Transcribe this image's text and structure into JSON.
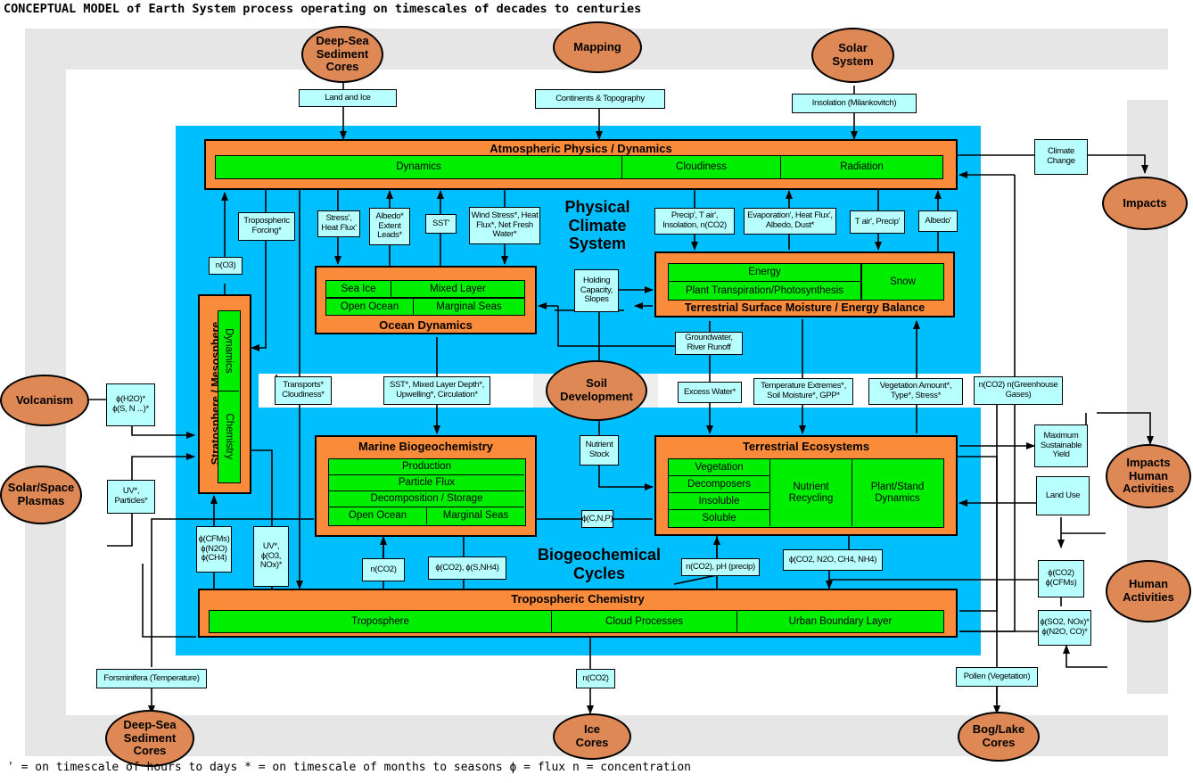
{
  "title": "CONCEPTUAL MODEL of Earth System process operating on timescales of decades to centuries",
  "footer": "' = on timescale of hours to days    * = on timescale of months to seasons  ϕ = flux   n = concentration",
  "physical_label": "Physical Climate System",
  "biogeo_label": "Biogeochemical Cycles",
  "boxes": {
    "atmos": {
      "title": "Atmospheric Physics / Dynamics",
      "cells": [
        "Dynamics",
        "Cloudiness",
        "Radiation"
      ]
    },
    "ocean": {
      "title": "Ocean Dynamics",
      "cells": [
        "Sea Ice",
        "Mixed Layer",
        "Open Ocean",
        "Marginal Seas"
      ]
    },
    "terr_moist": {
      "title": "Terrestrial Surface Moisture / Energy Balance",
      "cells": [
        "Energy",
        "Plant Transpiration/Photosynthesis",
        "Snow"
      ]
    },
    "strato": {
      "title": "Stratosphere / Mesosphere",
      "cells": [
        "Dynamics",
        "Chemistry"
      ]
    },
    "marine": {
      "title": "Marine Biogeochemistry",
      "cells": [
        "Production",
        "Particle Flux",
        "Decomposition / Storage",
        "Open Ocean",
        "Marginal Seas"
      ]
    },
    "terr_eco": {
      "title": "Terrestrial Ecosystems",
      "cells": [
        "Vegetation",
        "Decomposers",
        "Insoluble",
        "Soluble",
        "Nutrient Recycling",
        "Plant/Stand Dynamics"
      ]
    },
    "tropo": {
      "title": "Tropospheric Chemistry",
      "cells": [
        "Troposphere",
        "Cloud Processes",
        "Urban Boundary Layer"
      ]
    }
  },
  "ellipses": {
    "deep_sea_top": "Deep-Sea Sediment Cores",
    "mapping": "Mapping",
    "solar_system": "Solar System",
    "impacts": "Impacts",
    "volcanism": "Volcanism",
    "solar_plasmas": "Solar/Space Plasmas",
    "soil": "Soil Development",
    "impacts_human": "Impacts Human Activities",
    "human": "Human Activities",
    "deep_sea_bottom": "Deep-Sea Sediment Cores",
    "ice_cores": "Ice Cores",
    "bog_lake": "Bog/Lake Cores"
  },
  "labels": {
    "land_ice": "Land and Ice",
    "continents": "Continents & Topography",
    "insolation": "Insolation (Milankovitch)",
    "climate_change": "Climate Change",
    "tropo_forcing": "Tropospheric Forcing*",
    "no3": "n(O3)",
    "stress": "Stress', Heat Flux'",
    "albedo_leads": "Albedo* Extent Leads*",
    "sst1": "SST'",
    "wind_stress": "Wind Stress*, Heat Flux*, Net Fresh Water*",
    "precip": "Precip', T air', Insolation, n(CO2)",
    "evaporation": "Evaporation', Heat Flux', Albedo, Dust*",
    "tair_precip": "T air', Precip'",
    "albedo2": "Albedo'",
    "holding": "Holding Capacity, Slopes",
    "groundwater": "Groundwater, River Runoff",
    "h2o": "ϕ(H2O)* ϕ(S, N ...)*",
    "transports": "Transports* Cloudiness*",
    "sst2": "SST*, Mixed Layer Depth*, Upwelling*, Circulation*",
    "excess": "Excess Water*",
    "temp_ext": "Temperature Extremes*, Soil Moisture*, GPP*",
    "vegetation": "Vegetation Amount*, Type*, Stress*",
    "nco2_gh": "n(CO2) n(Greenhouse Gases)",
    "max_yield": "Maximum Sustainable Yield",
    "uv": "UV*, Particles*",
    "nutrient": "Nutrient Stock",
    "land_use": "Land Use",
    "cnp": "ϕ(C,N,P)",
    "cfms": "ϕ(CFMs) ϕ(N2O) ϕ(CH4)",
    "uv_o3": "UV*, ϕ(O3, NOx)*",
    "nco2_a": "n(CO2)",
    "co2_snh4": "ϕ(CO2), ϕ(S,NH4)",
    "nco2_ph": "n(CO2), pH (precip)",
    "co2_n2o": "ϕ(CO2, N2O, CH4, NH4)",
    "co2_cfms": "ϕ(CO2) ϕ(CFMs)",
    "so2_nox": "ϕ(SO2, NOx)* ϕ(N2O, CO)*",
    "foraminifera": "Forsminifera (Temperature)",
    "nco2_b": "n(CO2)",
    "pollen": "Pollen (Vegetation)"
  },
  "colors": {
    "orange_box": "#f98b3b",
    "green_box": "#00ee00",
    "blue_region": "#00bfff",
    "label_box": "#b8ffff",
    "ellipse": "#dd8855",
    "frame": "#e6e6e6"
  }
}
